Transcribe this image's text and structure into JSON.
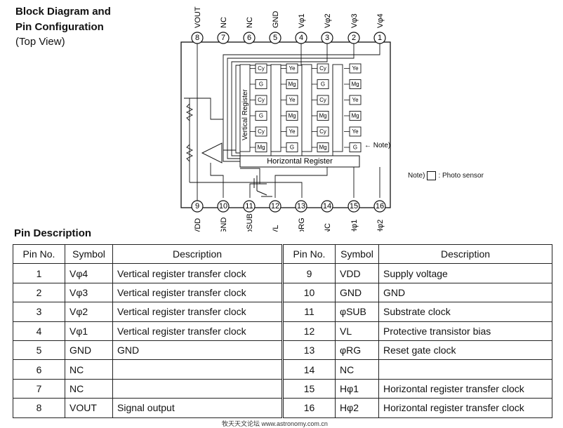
{
  "header": {
    "title_line1": "Block Diagram and",
    "title_line2": "Pin Configuration",
    "subtitle": "(Top View)"
  },
  "diagram": {
    "top_pins": [
      {
        "num": "8",
        "label": "VOUT"
      },
      {
        "num": "7",
        "label": "NC"
      },
      {
        "num": "6",
        "label": "NC"
      },
      {
        "num": "5",
        "label": "GND"
      },
      {
        "num": "4",
        "label": "Vφ1"
      },
      {
        "num": "3",
        "label": "Vφ2"
      },
      {
        "num": "2",
        "label": "Vφ3"
      },
      {
        "num": "1",
        "label": "Vφ4"
      }
    ],
    "bottom_pins": [
      {
        "num": "9",
        "label": "VDD"
      },
      {
        "num": "10",
        "label": "GND"
      },
      {
        "num": "11",
        "label": "φSUB"
      },
      {
        "num": "12",
        "label": "VL"
      },
      {
        "num": "13",
        "label": "φRG"
      },
      {
        "num": "14",
        "label": "NC"
      },
      {
        "num": "15",
        "label": "Hφ1"
      },
      {
        "num": "16",
        "label": "Hφ2"
      }
    ],
    "vertical_register_label": "Vertical Register",
    "horizontal_register_label": "Horizontal Register",
    "sensor_columns": [
      [
        "Cy",
        "G",
        "Cy",
        "G",
        "Cy",
        "Mg"
      ],
      [
        "Ye",
        "Mg",
        "Ye",
        "Mg",
        "Ye",
        "G"
      ],
      [
        "Cy",
        "G",
        "Cy",
        "Mg",
        "Cy",
        "Mg"
      ],
      [
        "Ye",
        "Mg",
        "Ye",
        "Mg",
        "Ye",
        "G"
      ]
    ],
    "note_arrow_label": "← Note)",
    "note_legend_prefix": "Note)",
    "note_legend_suffix": ": Photo sensor"
  },
  "pin_description": {
    "heading": "Pin Description",
    "columns": [
      "Pin No.",
      "Symbol",
      "Description"
    ],
    "left_rows": [
      {
        "pin": "1",
        "symbol": "Vφ4",
        "description": "Vertical register transfer clock"
      },
      {
        "pin": "2",
        "symbol": "Vφ3",
        "description": "Vertical register transfer clock"
      },
      {
        "pin": "3",
        "symbol": "Vφ2",
        "description": "Vertical register transfer clock"
      },
      {
        "pin": "4",
        "symbol": "Vφ1",
        "description": "Vertical register transfer clock"
      },
      {
        "pin": "5",
        "symbol": "GND",
        "description": "GND"
      },
      {
        "pin": "6",
        "symbol": "NC",
        "description": ""
      },
      {
        "pin": "7",
        "symbol": "NC",
        "description": ""
      },
      {
        "pin": "8",
        "symbol": "VOUT",
        "description": "Signal output"
      }
    ],
    "right_rows": [
      {
        "pin": "9",
        "symbol": "VDD",
        "description": "Supply voltage"
      },
      {
        "pin": "10",
        "symbol": "GND",
        "description": "GND"
      },
      {
        "pin": "11",
        "symbol": "φSUB",
        "description": "Substrate clock"
      },
      {
        "pin": "12",
        "symbol": "VL",
        "description": "Protective transistor bias"
      },
      {
        "pin": "13",
        "symbol": "φRG",
        "description": "Reset gate clock"
      },
      {
        "pin": "14",
        "symbol": "NC",
        "description": ""
      },
      {
        "pin": "15",
        "symbol": "Hφ1",
        "description": "Horizontal register transfer clock"
      },
      {
        "pin": "16",
        "symbol": "Hφ2",
        "description": "Horizontal register transfer clock"
      }
    ]
  },
  "footer": {
    "watermark": "牧天天文论坛 www.astronomy.com.cn"
  }
}
